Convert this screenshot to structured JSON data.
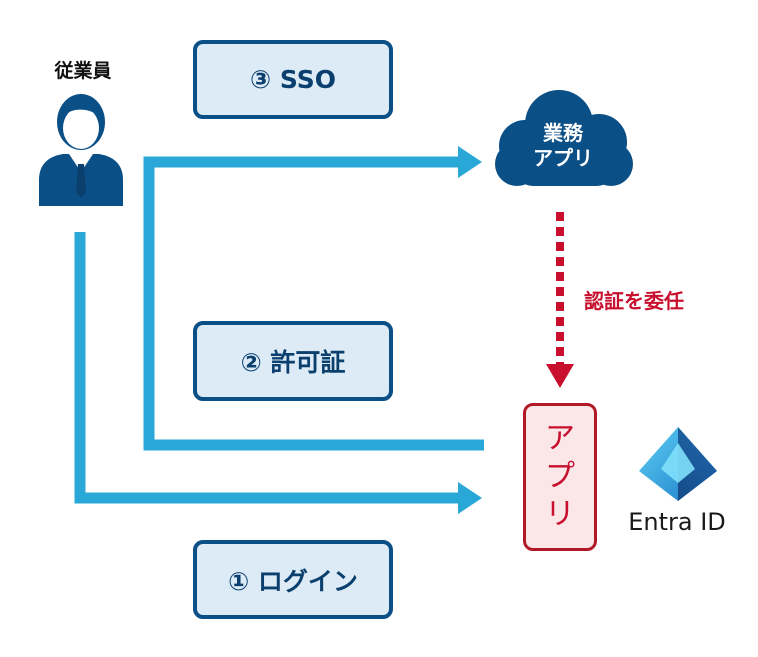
{
  "employee": {
    "label": "従業員"
  },
  "steps": {
    "sso": "③ SSO",
    "permit": "② 許可証",
    "login": "① ログイン"
  },
  "business_app": {
    "line1": "業務",
    "line2": "アプリ"
  },
  "delegation": {
    "label": "認証を委任"
  },
  "app": {
    "chars": [
      "ア",
      "プ",
      "リ"
    ]
  },
  "entra": {
    "label": "Entra ID"
  },
  "colors": {
    "arrow": "#29a8d8",
    "step_fill": "#dcebf6",
    "step_border": "#0b4f87",
    "cloud": "#0b4f87",
    "delegate_red": "#c8102e",
    "app_border": "#b01a28",
    "app_fill": "#fbe7e7"
  },
  "icons": [
    "user-icon",
    "cloud-icon",
    "entra-id-logo-icon"
  ]
}
